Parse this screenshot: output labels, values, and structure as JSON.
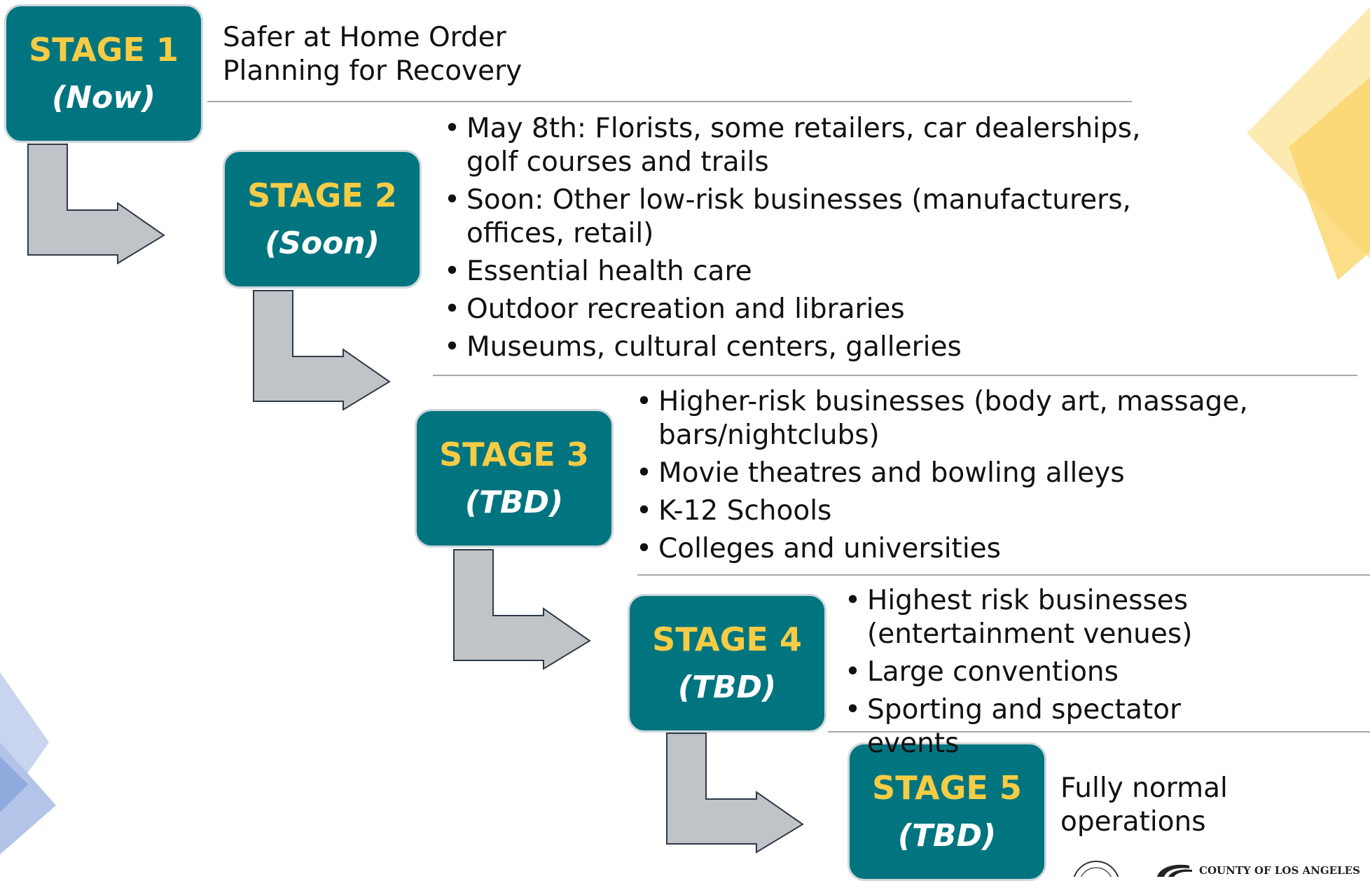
{
  "stages": [
    {
      "title": "STAGE 1",
      "when": "(Now)"
    },
    {
      "title": "STAGE 2",
      "when": "(Soon)"
    },
    {
      "title": "STAGE 3",
      "when": "(TBD)"
    },
    {
      "title": "STAGE 4",
      "when": "(TBD)"
    },
    {
      "title": "STAGE 5",
      "when": "(TBD)"
    }
  ],
  "stage1_text": [
    "Safer at Home Order",
    "Planning for Recovery"
  ],
  "stage2_items": [
    "May 8th: Florists, some retailers, car dealerships, golf courses and trails",
    "Soon: Other low-risk businesses (manufacturers, offices, retail)",
    "Essential health care",
    "Outdoor recreation and libraries",
    "Museums, cultural centers, galleries"
  ],
  "stage3_items": [
    "Higher-risk businesses (body art, massage, bars/nightclubs)",
    "Movie theatres and bowling alleys",
    "K-12 Schools",
    "Colleges and universities"
  ],
  "stage4_items": [
    "Highest risk businesses (entertainment venues)",
    "Large conventions",
    "Sporting and spectator events"
  ],
  "stage5_text": [
    "Fully normal",
    "operations"
  ],
  "logo_text": "COUNTY OF LOS ANGELES",
  "colors": {
    "box_fill": "#007580",
    "title": "#f7cc44",
    "arrow": "#c0c4c8",
    "deco_yellow": "#fbd46a",
    "deco_blue": "#8faadc"
  }
}
